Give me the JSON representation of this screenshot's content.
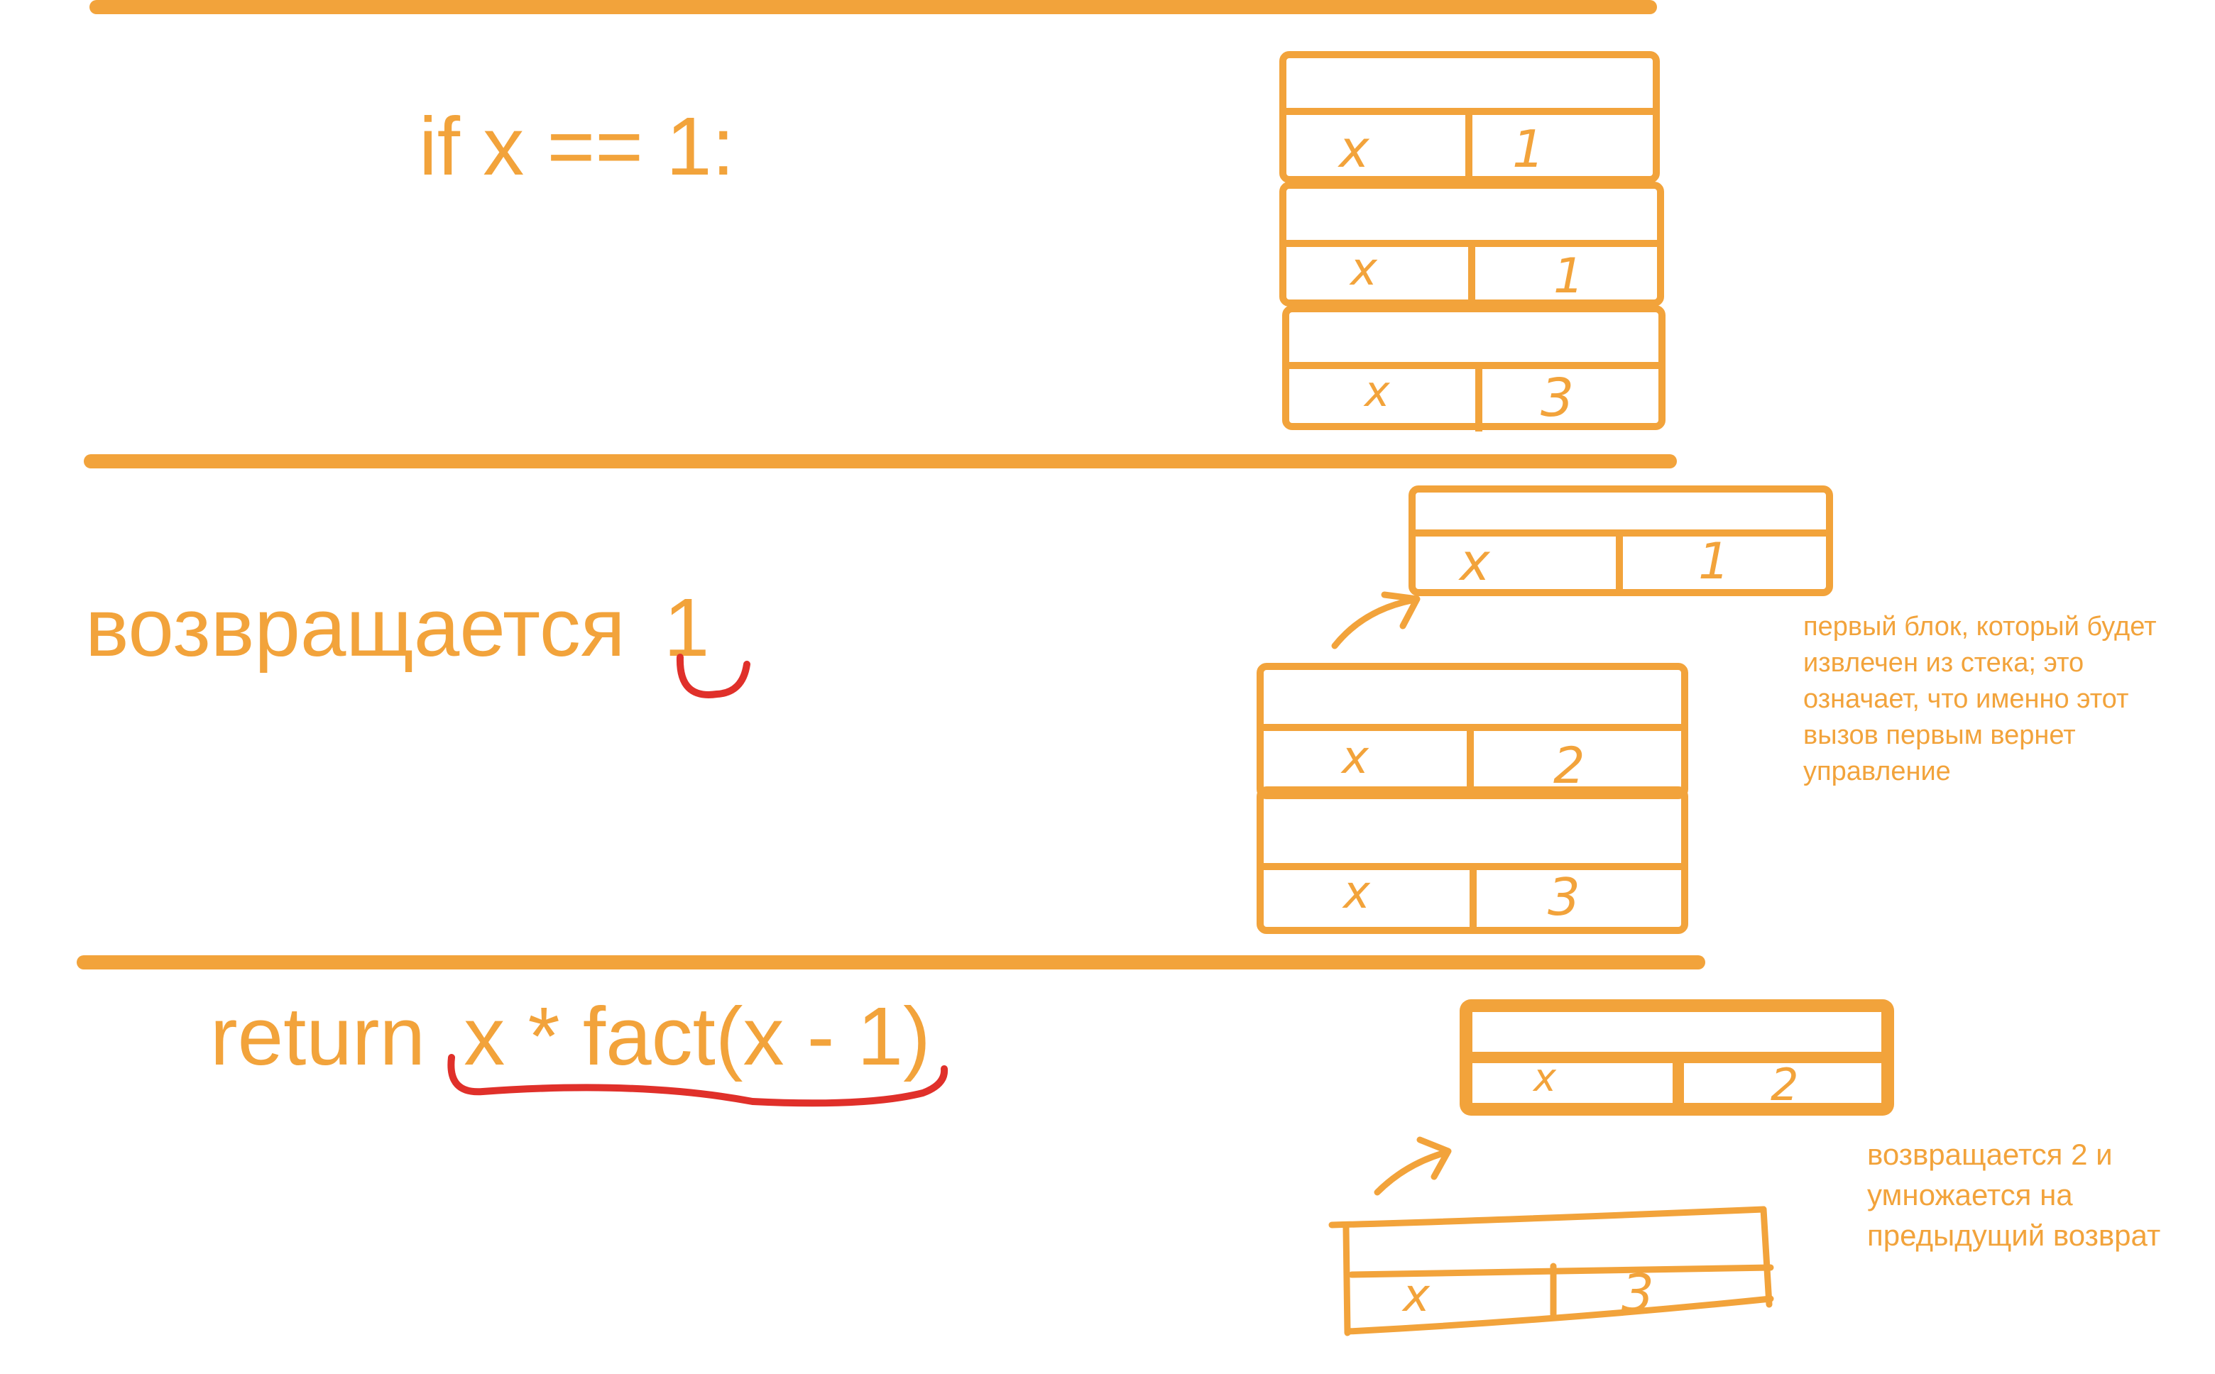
{
  "colors": {
    "accent": "#F2A33B",
    "highlight": "#E0302A",
    "background": "#FFFFFF"
  },
  "sections": {
    "top": {
      "code": "if x == 1:",
      "stack": [
        {
          "var": "x",
          "val": "1"
        },
        {
          "var": "x",
          "val": "1"
        },
        {
          "var": "x",
          "val": "3"
        }
      ]
    },
    "middle": {
      "code_prefix": "возвращается",
      "code_value": "1",
      "popped_frame": {
        "var": "x",
        "val": "1"
      },
      "stack": [
        {
          "var": "x",
          "val": "2"
        },
        {
          "var": "x",
          "val": "3"
        }
      ],
      "note": "первый блок, который будет\nизвлечен из стека; это\nозначает, что именно этот\nвызов первым вернет\nуправление"
    },
    "bottom": {
      "code_keyword": "return",
      "code_expr": "x * fact(x - 1)",
      "popped_frame": {
        "var": "x",
        "val": "2"
      },
      "stack": [
        {
          "var": "x",
          "val": "3"
        }
      ],
      "note": "возвращается 2 и\nумножается на\nпредыдущий возврат"
    }
  }
}
